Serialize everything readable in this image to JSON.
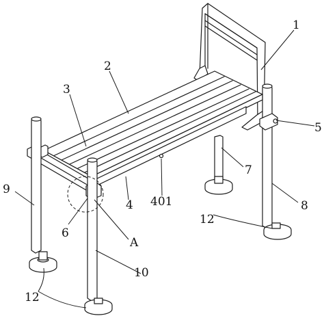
{
  "figure": {
    "labels": {
      "l1": "1",
      "l2": "2",
      "l3": "3",
      "l4": "4",
      "l401": "401",
      "l5": "5",
      "l6": "6",
      "l7": "7",
      "l8": "8",
      "l9": "9",
      "l10": "10",
      "l12a": "12",
      "l12b": "12",
      "lA": "A"
    }
  }
}
